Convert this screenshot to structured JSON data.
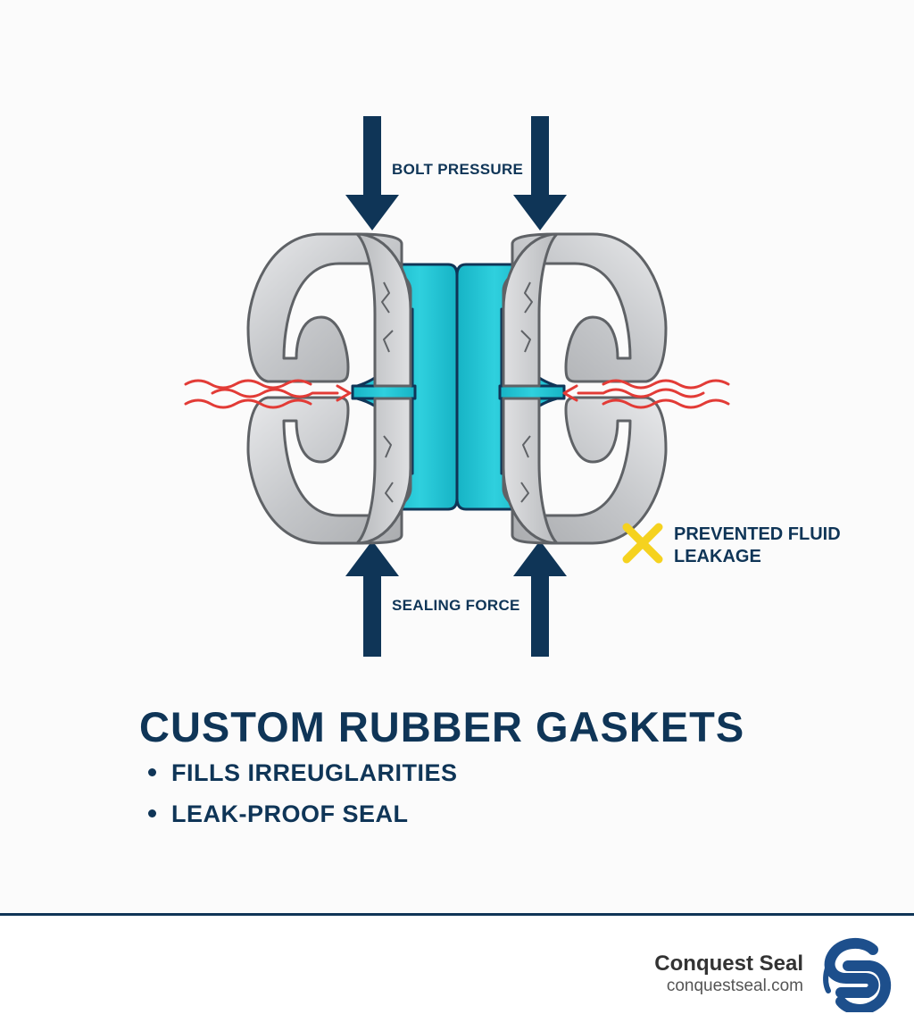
{
  "diagram": {
    "top_label": "BOLT PRESSURE",
    "bottom_label": "SEALING FORCE",
    "leak_label": "PREVENTED FLUID LEAKAGE"
  },
  "heading": {
    "title": "CUSTOM RUBBER GASKETS",
    "bullets": [
      "FILLS IRREUGLARITIES",
      "LEAK-PROOF SEAL"
    ]
  },
  "footer": {
    "brand_name": "Conquest Seal",
    "brand_url": "conquestseal.com"
  },
  "icons": {
    "leak": "x-mark-icon",
    "logo": "conquest-seal-logo-icon"
  },
  "colors": {
    "navy": "#0f3557",
    "gasket": "#1fc3d3",
    "metal": "#c9cacc",
    "wave": "#e23b36",
    "x_mark": "#f5d21f",
    "logo": "#1d4f8c"
  }
}
